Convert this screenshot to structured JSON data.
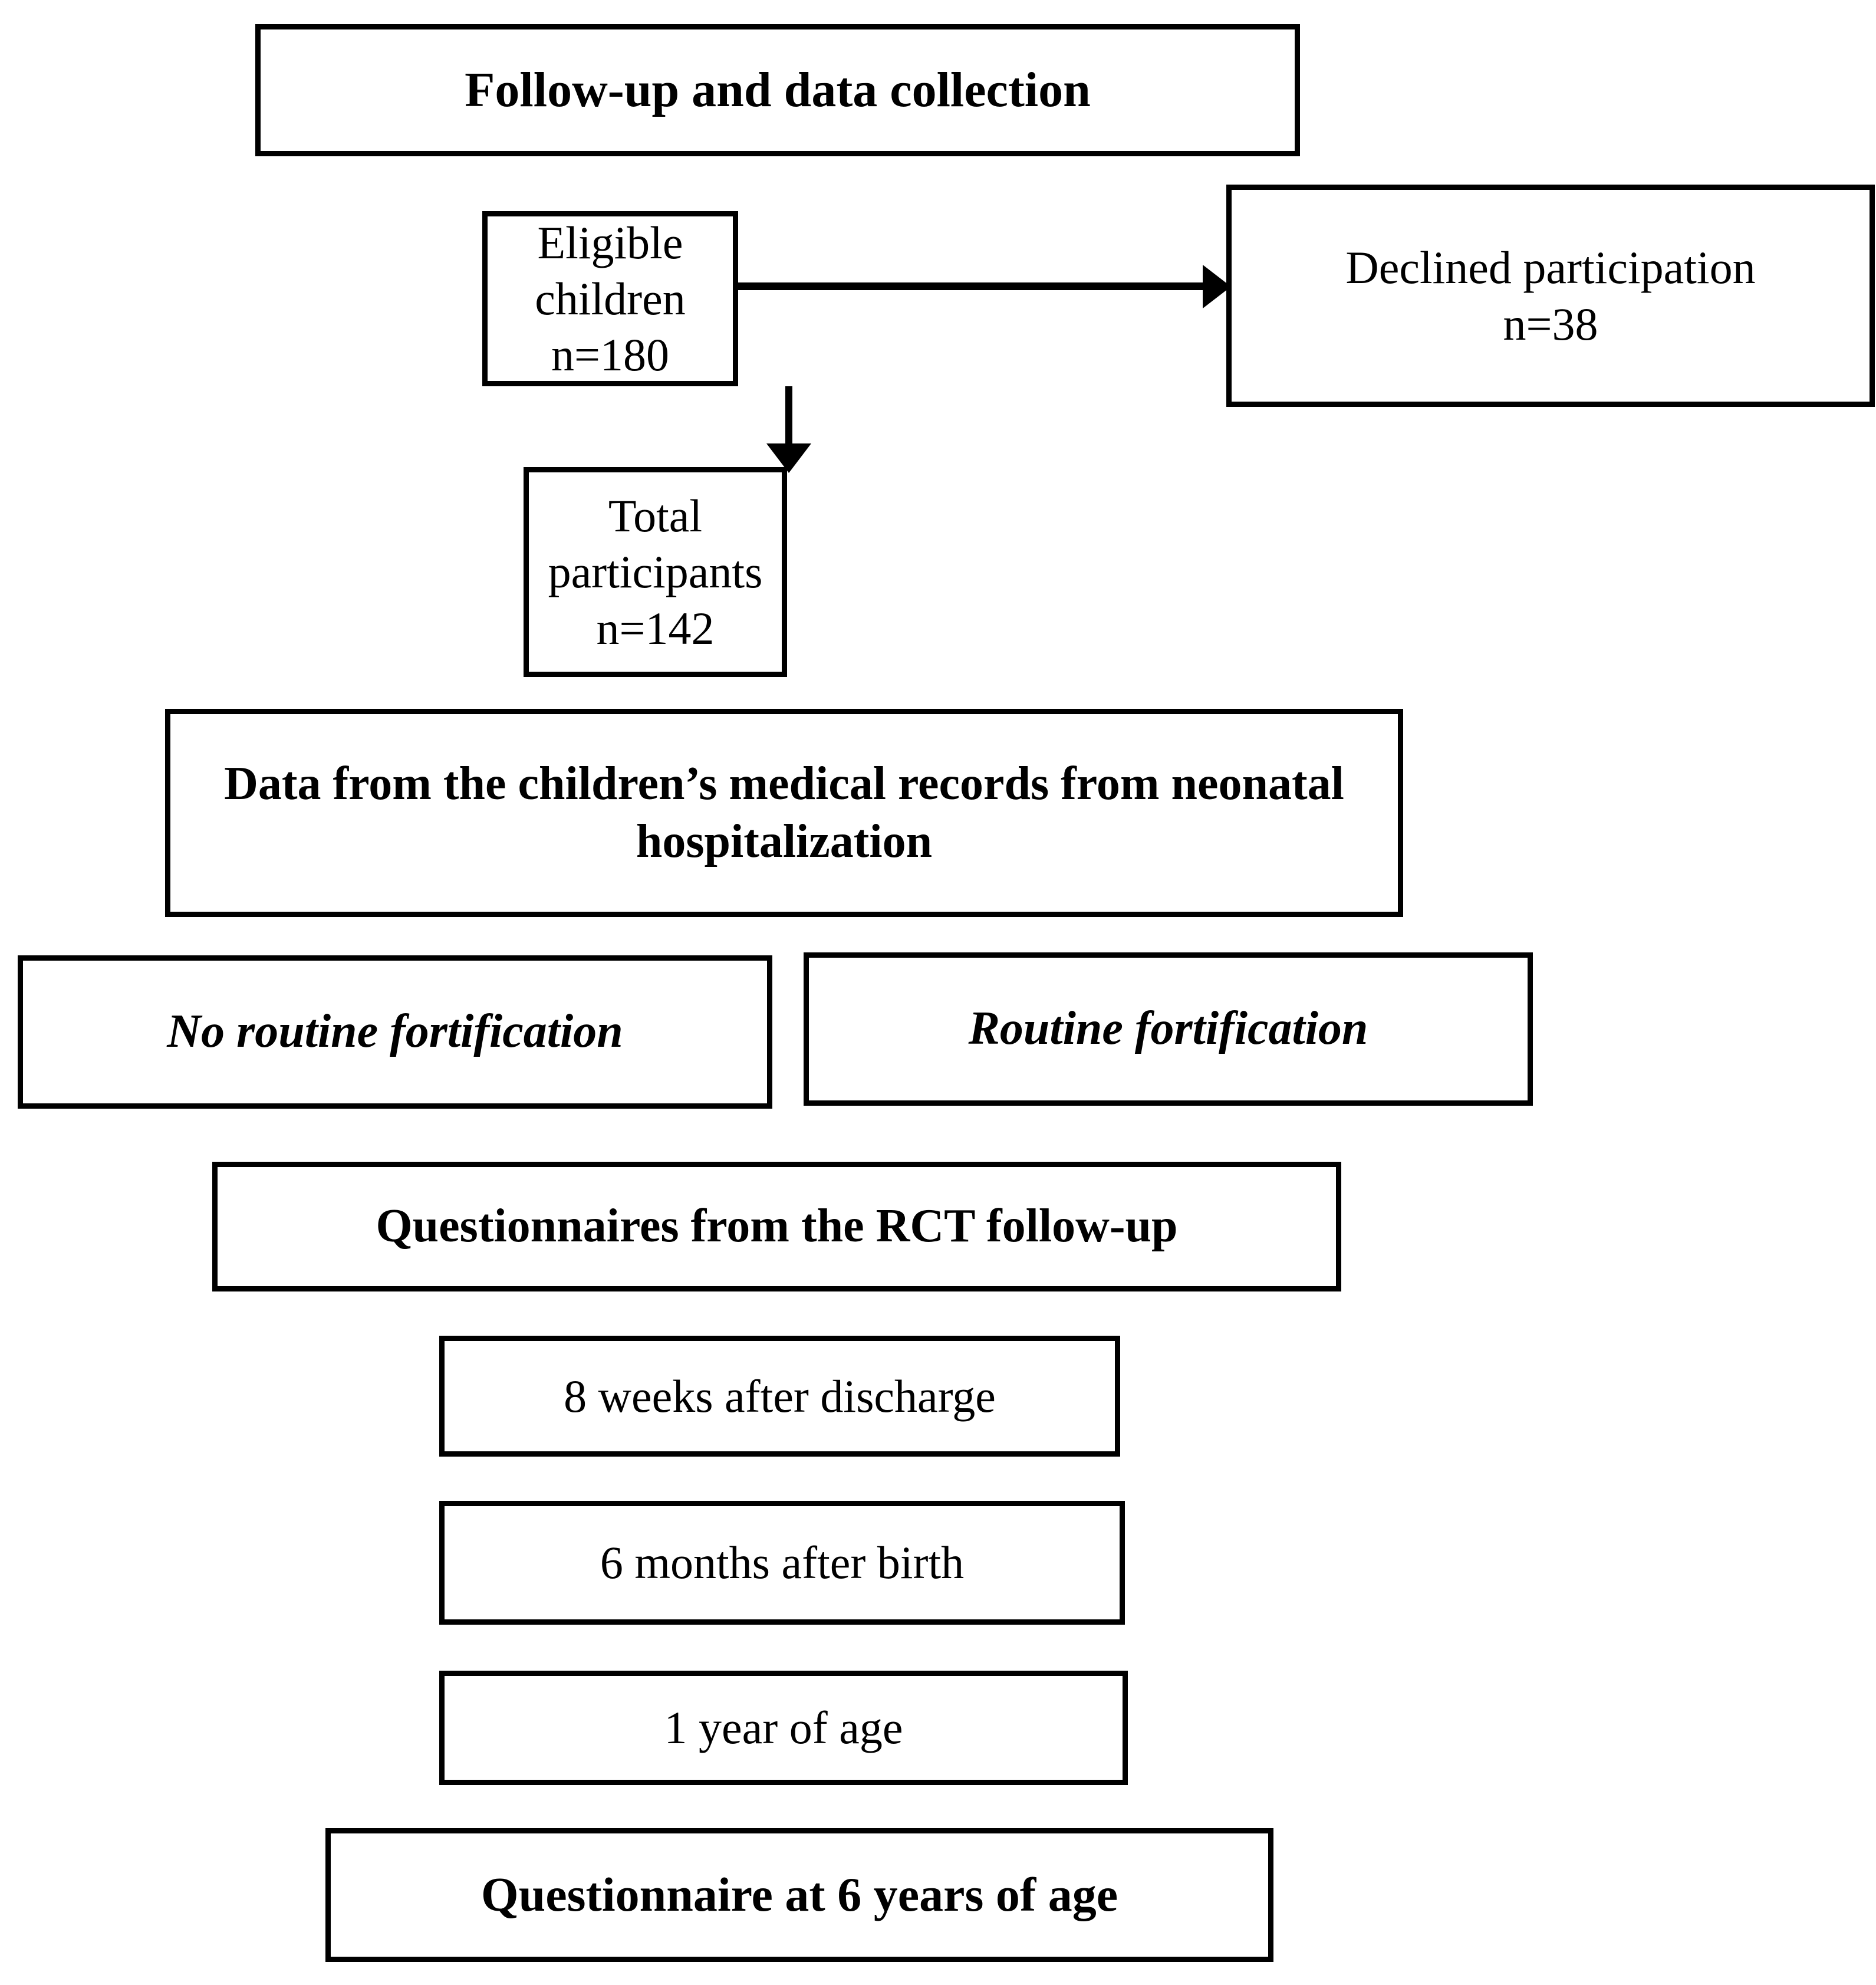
{
  "diagram": {
    "title": "Follow-up and data collection",
    "nodes": [
      {
        "id": "followup",
        "label": "Follow-up and data collection"
      },
      {
        "id": "eligible",
        "label": "Eligible children\nn=180"
      },
      {
        "id": "declined",
        "label": "Declined participation\nn=38"
      },
      {
        "id": "total",
        "label": "Total participants\nn=142"
      },
      {
        "id": "records",
        "label": "Data from the children’s medical records from neonatal hospitalization"
      },
      {
        "id": "nofort",
        "label": "No routine fortification"
      },
      {
        "id": "fort",
        "label": "Routine fortification"
      },
      {
        "id": "rct",
        "label": "Questionnaires from the RCT follow-up"
      },
      {
        "id": "8weeks",
        "label": "8 weeks after discharge"
      },
      {
        "id": "6months",
        "label": "6 months after birth"
      },
      {
        "id": "1year",
        "label": "1 year of age"
      },
      {
        "id": "q6years",
        "label": "Questionnaire at 6 years of age"
      }
    ],
    "counts": {
      "eligible_children": 180,
      "declined_participation": 38,
      "total_participants": 142,
      "questionnaire_age_years": 6
    },
    "connectors": [
      {
        "from": "eligible",
        "to": "declined",
        "direction": "right"
      },
      {
        "from": "eligible",
        "to": "total",
        "direction": "down"
      }
    ],
    "colors": {
      "border": "#000000",
      "background": "#ffffff",
      "text": "#000000"
    }
  }
}
